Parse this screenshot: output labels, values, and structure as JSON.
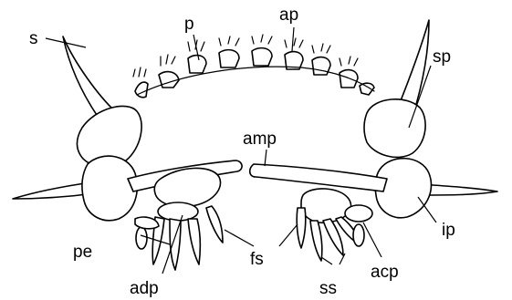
{
  "figure": {
    "labels": {
      "s": "s",
      "p": "p",
      "ap": "ap",
      "sp": "sp",
      "amp": "amp",
      "ip": "ip",
      "pe": "pe",
      "fs": "fs",
      "acp": "acp",
      "adp": "adp",
      "ss": "ss"
    }
  }
}
